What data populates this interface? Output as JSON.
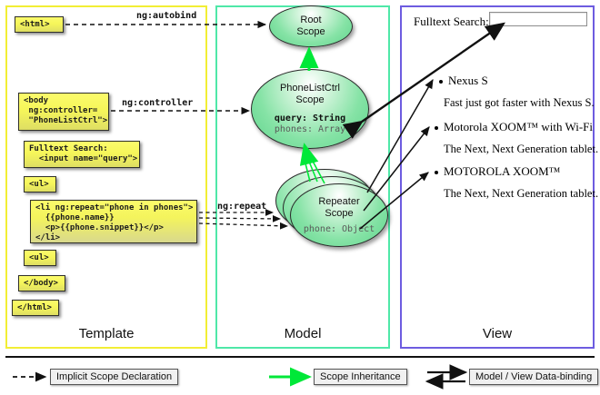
{
  "columns": [
    {
      "key": "template",
      "label": "Template",
      "border_color": "#f2ee35"
    },
    {
      "key": "model",
      "label": "Model",
      "border_color": "#4fe8a8"
    },
    {
      "key": "view",
      "label": "View",
      "border_color": "#6d5ce0"
    }
  ],
  "template": {
    "boxes": [
      {
        "name": "html-open",
        "text": "<html>"
      },
      {
        "name": "body-controller",
        "text": "<body\n ng:controller=\n \"PhoneListCtrl\">"
      },
      {
        "name": "fulltext-search",
        "text": "Fulltext Search:\n  <input name=\"query\">"
      },
      {
        "name": "ul-open",
        "text": "<ul>"
      },
      {
        "name": "li-repeat",
        "text": "<li ng:repeat=\"phone in phones\">\n  {{phone.name}}\n  <p>{{phone.snippet}}</p>\n</li>"
      },
      {
        "name": "ul-close",
        "text": "<ul>"
      },
      {
        "name": "body-close",
        "text": "</body>"
      },
      {
        "name": "html-close",
        "text": "</html>"
      }
    ]
  },
  "model": {
    "scopes": [
      {
        "name": "root-scope",
        "title_line1": "Root",
        "title_line2": "Scope",
        "properties": []
      },
      {
        "name": "phonelistctrl-scope",
        "title_line1": "PhoneListCtrl",
        "title_line2": "Scope",
        "properties": [
          {
            "text": "query: String",
            "emphasis": "bold"
          },
          {
            "text": "phones: Array",
            "emphasis": "muted"
          }
        ]
      },
      {
        "name": "repeater-scope",
        "title_line1": "Repeater",
        "title_line2": "Scope",
        "properties": [
          {
            "text": "phone: Object",
            "emphasis": "muted"
          }
        ]
      }
    ]
  },
  "view": {
    "search_label": "Fulltext Search:",
    "search_value": "",
    "search_placeholder": "",
    "phones": [
      {
        "name": "Nexus S",
        "snippet": "Fast just got faster with Nexus S."
      },
      {
        "name": "Motorola XOOM™  with Wi-Fi",
        "snippet": "The Next, Next Generation tablet."
      },
      {
        "name": "MOTOROLA XOOM™",
        "snippet": "The Next, Next Generation tablet."
      }
    ]
  },
  "connectors": [
    {
      "name": "ng-autobind",
      "label": "ng:autobind",
      "kind": "implicit-scope-declaration"
    },
    {
      "name": "ng-controller",
      "label": "ng:controller",
      "kind": "implicit-scope-declaration"
    },
    {
      "name": "ng-repeat",
      "label": "ng:repeat",
      "kind": "implicit-scope-declaration"
    }
  ],
  "legend": {
    "items": [
      {
        "name": "implicit-scope-declaration",
        "label": "Implicit Scope Declaration",
        "arrow": "dashed-arrow",
        "color": "#000000"
      },
      {
        "name": "scope-inheritance",
        "label": "Scope Inheritance",
        "arrow": "solid-arrow",
        "color": "#00e838"
      },
      {
        "name": "model-view-data-binding",
        "label": "Model / View Data-binding",
        "arrow": "double-arrow",
        "color": "#000000"
      }
    ]
  },
  "colors": {
    "template_border": "#f2ee35",
    "model_border": "#4fe8a8",
    "view_border": "#6d5ce0",
    "code_box_fill": "#f6f65a",
    "scope_fill": "#86e3a6",
    "inheritance_arrow": "#00e838"
  }
}
